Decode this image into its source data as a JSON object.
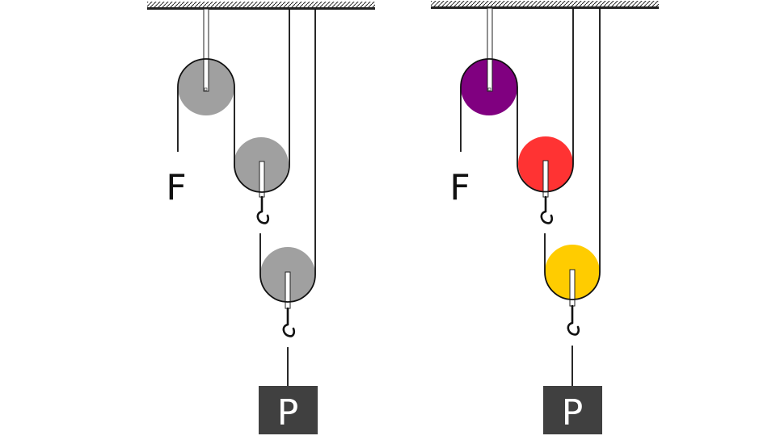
{
  "diagrams": [
    {
      "force_label": "F",
      "load_label": "P",
      "colors": {
        "pulley_top": "#a0a0a0",
        "pulley_middle": "#a0a0a0",
        "pulley_bottom": "#a0a0a0",
        "load": "#404040"
      }
    },
    {
      "force_label": "F",
      "load_label": "P",
      "colors": {
        "pulley_top": "#800080",
        "pulley_middle": "#ff3333",
        "pulley_bottom": "#ffcc00",
        "load": "#404040"
      }
    }
  ]
}
